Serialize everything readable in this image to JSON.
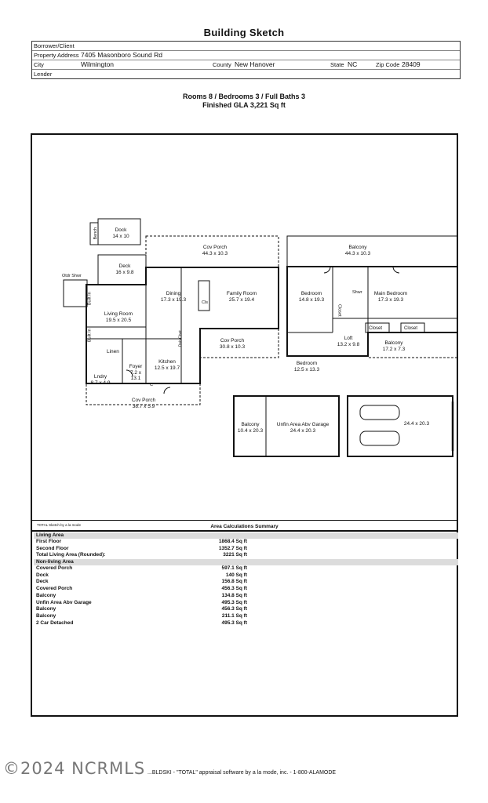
{
  "title": "Building Sketch",
  "header": {
    "borrower_label": "Borrower/Client",
    "borrower_value": "",
    "address_label": "Property Address",
    "address_value": "7405 Masonboro Sound Rd",
    "city_label": "City",
    "city_value": "Wilmington",
    "county_label": "County",
    "county_value": "New Hanover",
    "state_label": "State",
    "state_value": "NC",
    "zip_label": "Zip Code",
    "zip_value": "28409",
    "lender_label": "Lender",
    "lender_value": ""
  },
  "summary": {
    "rooms_line": "Rooms 8 / Bedrooms 3 / Full Baths 3",
    "gla_line": "Finished GLA 3,221 Sq ft"
  },
  "plan_labels": {
    "dock": "Dock",
    "dock_dim": "14 x 10",
    "bench": "Bench",
    "deck": "Deck",
    "deck_dim": "16 x 9.8",
    "otdr_shwr": "Otdr Shwr",
    "cov_porch_top": "Cov Porch",
    "cov_porch_top_dim": "44.3 x 10.3",
    "dining": "Dining",
    "dining_dim": "17.3 x 19.3",
    "family_room": "Family Room",
    "family_room_dim": "25.7 x 19.4",
    "living_room": "Living Room",
    "living_room_dim": "19.5 x 20.5",
    "built_in_1": "Built In",
    "built_in_2": "Built In",
    "cls": "Cls",
    "linen": "Linen",
    "lndry": "Lndry",
    "lndry_dim": "8.7 x 4.9",
    "foyer": "Foyer",
    "foyer_dim1": "7.2 x",
    "foyer_dim2": "13.1",
    "kitchen": "Kitchen",
    "kitchen_dim": "12.5 x 19.7",
    "dsh_cbnt": "Dsh Cbnt",
    "cov_porch_right": "Cov Porch",
    "cov_porch_right_dim": "30.8 x 10.3",
    "cov_porch_bottom": "Cov Porch",
    "cov_porch_bottom_dim": "38.7 x 5.9",
    "balcony_top": "Balcony",
    "balcony_top_dim": "44.3 x 10.3",
    "bedroom_1": "Bedroom",
    "bedroom_1_dim": "14.8 x 19.3",
    "main_bedroom": "Main Bedroom",
    "main_bedroom_dim": "17.3 x 19.3",
    "shwr": "Shwr",
    "closet_1": "Closet",
    "closet_2": "Closet",
    "closet_3": "Closet",
    "loft": "Loft",
    "loft_dim": "13.2 x 9.8",
    "balcony_right": "Balcony",
    "balcony_right_dim": "17.2 x 7.3",
    "bedroom_2": "Bedroom",
    "bedroom_2_dim": "12.5 x 13.3",
    "balcony_garage": "Balcony",
    "balcony_garage_dim": "10.4 x 20.3",
    "unfin_area": "Unfin Area Abv Garage",
    "unfin_area_dim": "24.4 x 20.3",
    "garage_dim": "24.4 x 20.3",
    "c_label": "C"
  },
  "calc_title_left": "TOTAL Sketch by a la mode",
  "calc_title": "Area Calculations Summary",
  "living_area": {
    "heading": "Living Area",
    "rows": [
      {
        "name": "First Floor",
        "value": "1868.4 Sq ft"
      },
      {
        "name": "Second Floor",
        "value": "1352.7 Sq ft"
      },
      {
        "name": "Total Living Area (Rounded):",
        "value": "3221 Sq ft"
      }
    ]
  },
  "non_living_area": {
    "heading": "Non-living Area",
    "rows": [
      {
        "name": "Covered Porch",
        "value": "597.1 Sq ft"
      },
      {
        "name": "Dock",
        "value": "140 Sq ft"
      },
      {
        "name": "Deck",
        "value": "156.8 Sq ft"
      },
      {
        "name": "Covered Porch",
        "value": "456.3 Sq ft"
      },
      {
        "name": "Balcony",
        "value": "134.8 Sq ft"
      },
      {
        "name": "Unfin Area Abv Garage",
        "value": "495.3 Sq ft"
      },
      {
        "name": "Balcony",
        "value": "456.3 Sq ft"
      },
      {
        "name": "Balcony",
        "value": "211.1 Sq ft"
      },
      {
        "name": "2 Car Detached",
        "value": "495.3 Sq ft"
      }
    ]
  },
  "footer": {
    "watermark": "©2024 NCRMLS",
    "credit": "...BLDSKI - \"TOTAL\" appraisal software by a la mode, inc. - 1-800-ALAMODE"
  }
}
